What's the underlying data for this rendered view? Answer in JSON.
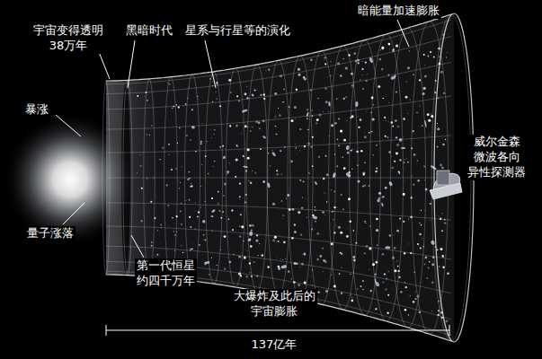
{
  "diagram": {
    "labels": [
      "宇宙变得透明 38万年",
      "黑暗时代",
      "星系与行星等的演化",
      "暗能量加速膨胀",
      "暴涨",
      "量子涨落",
      "第一代恒星 约四千万年",
      "大爆炸及此后的 宇宙膨胀",
      "威尔金森 微波各向 异性探测器",
      "137亿年"
    ]
  }
}
